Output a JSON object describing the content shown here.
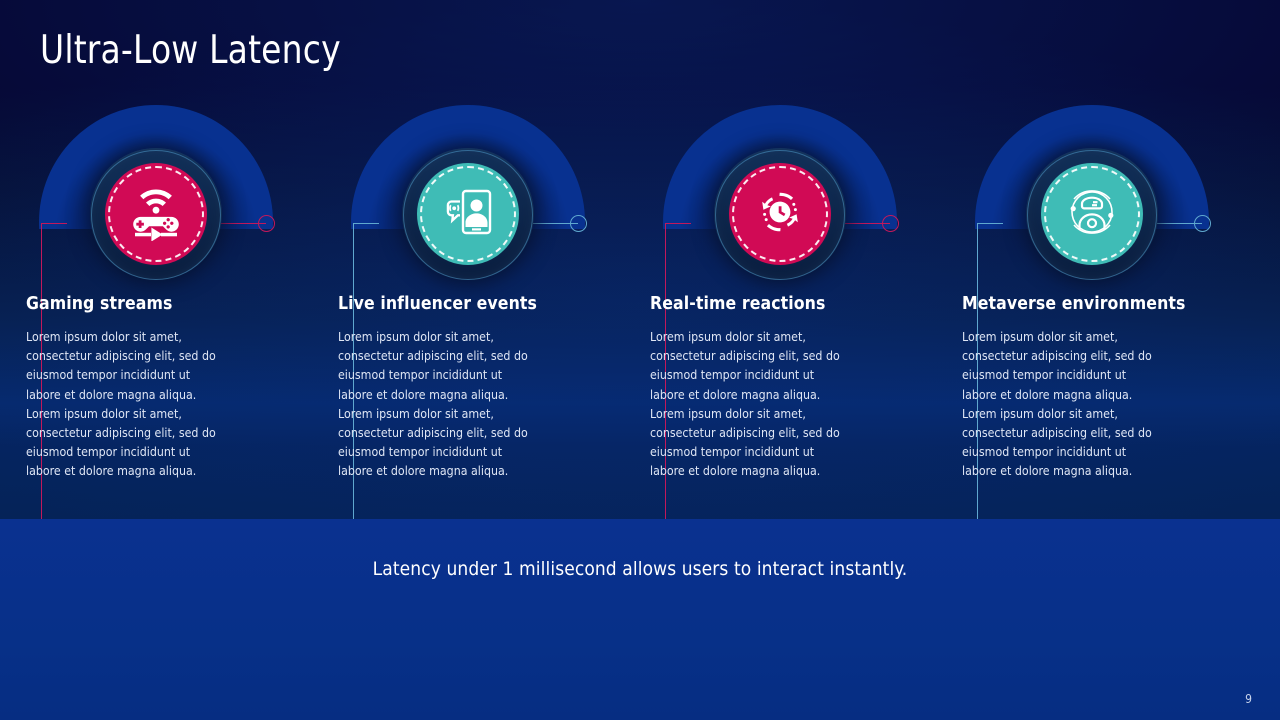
{
  "slide": {
    "title": "Ultra-Low Latency",
    "footnote": "Latency under 1 millisecond allows users to interact instantly.",
    "page_number": "9"
  },
  "theme": {
    "bg_dark": "#05022b",
    "bg_blue": "#083190",
    "dome_blue": "#083190",
    "pink": "#d10a55",
    "teal": "#3fbcb6",
    "pink_stroke": "#c2185b",
    "cyan_stroke": "#5fa8cf",
    "text_white": "#ffffff",
    "body_text": "#dfe6f5"
  },
  "body_text_common": "Lorem ipsum dolor sit amet, consectetur adipiscing elit, sed do eiusmod tempor incididunt ut labore et dolore magna aliqua. Lorem ipsum dolor sit amet, consectetur adipiscing elit, sed do eiusmod tempor incididunt ut labore et dolore magna aliqua.",
  "columns": [
    {
      "title": "Gaming streams",
      "body": "Lorem ipsum dolor sit amet, consectetur adipiscing elit, sed do eiusmod tempor incididunt ut labore et dolore magna aliqua. Lorem ipsum dolor sit amet, consectetur adipiscing elit, sed do eiusmod tempor incididunt ut labore et dolore magna aliqua.",
      "icon": "gamepad-wifi-play-icon",
      "accent": "pink",
      "connector": "pink"
    },
    {
      "title": "Live influencer events",
      "body": "Lorem ipsum dolor sit amet, consectetur adipiscing elit, sed do eiusmod tempor incididunt ut labore et dolore magna aliqua. Lorem ipsum dolor sit amet, consectetur adipiscing elit, sed do eiusmod tempor incididunt ut labore et dolore magna aliqua.",
      "icon": "tablet-person-broadcast-icon",
      "accent": "teal",
      "connector": "cyan"
    },
    {
      "title": "Real-time reactions",
      "body": "Lorem ipsum dolor sit amet, consectetur adipiscing elit, sed do eiusmod tempor incididunt ut labore et dolore magna aliqua. Lorem ipsum dolor sit amet, consectetur adipiscing elit, sed do eiusmod tempor incididunt ut labore et dolore magna aliqua.",
      "icon": "clock-refresh-icon",
      "accent": "pink",
      "connector": "pink"
    },
    {
      "title": "Metaverse environments",
      "body": "Lorem ipsum dolor sit amet, consectetur adipiscing elit, sed do eiusmod tempor incididunt ut labore et dolore magna aliqua. Lorem ipsum dolor sit amet, consectetur adipiscing elit, sed do eiusmod tempor incididunt ut labore et dolore magna aliqua.",
      "icon": "vr-avatar-orbit-icon",
      "accent": "teal",
      "connector": "cyan"
    }
  ]
}
